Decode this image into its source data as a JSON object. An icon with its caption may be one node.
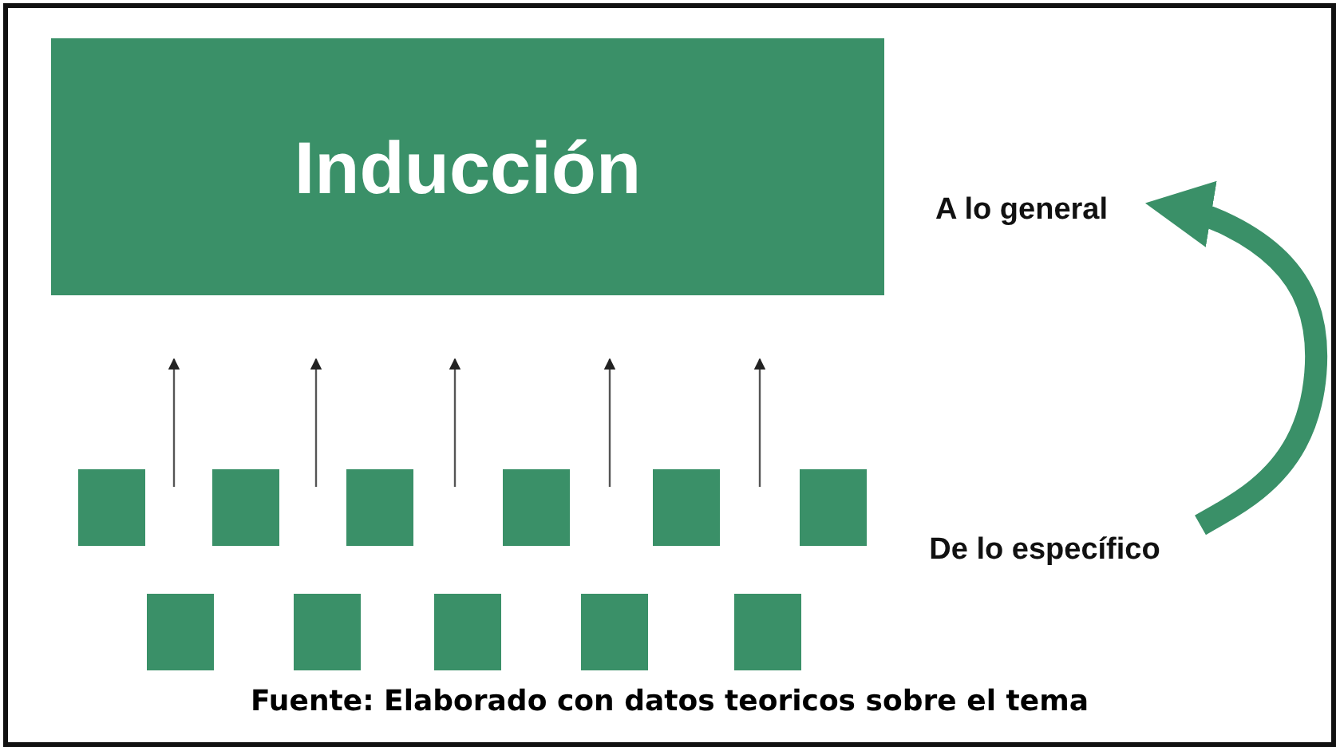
{
  "diagram": {
    "nodes": [
      {
        "text": [
          "Inducción"
        ]
      },
      {
        "text": [
          "A lo general"
        ]
      },
      {
        "text": [],
        "shape": "box"
      },
      {
        "text": [],
        "shape": "box"
      },
      {
        "text": [],
        "shape": "box"
      },
      {
        "text": [],
        "shape": "box"
      },
      {
        "text": [],
        "shape": "box"
      },
      {
        "text": [],
        "shape": "box"
      },
      {
        "text": [
          "De lo específico"
        ]
      },
      {
        "text": [],
        "shape": "box"
      },
      {
        "text": [],
        "shape": "box"
      },
      {
        "text": [],
        "shape": "box"
      },
      {
        "text": [],
        "shape": "box"
      },
      {
        "text": [],
        "shape": "box"
      }
    ],
    "edges": [
      {
        "from": 8,
        "to": 1,
        "arrow": "to",
        "color": "#3a9068"
      }
    ],
    "caption": "Fuente: Elaborado con datos teoricos sobre el tema"
  }
}
